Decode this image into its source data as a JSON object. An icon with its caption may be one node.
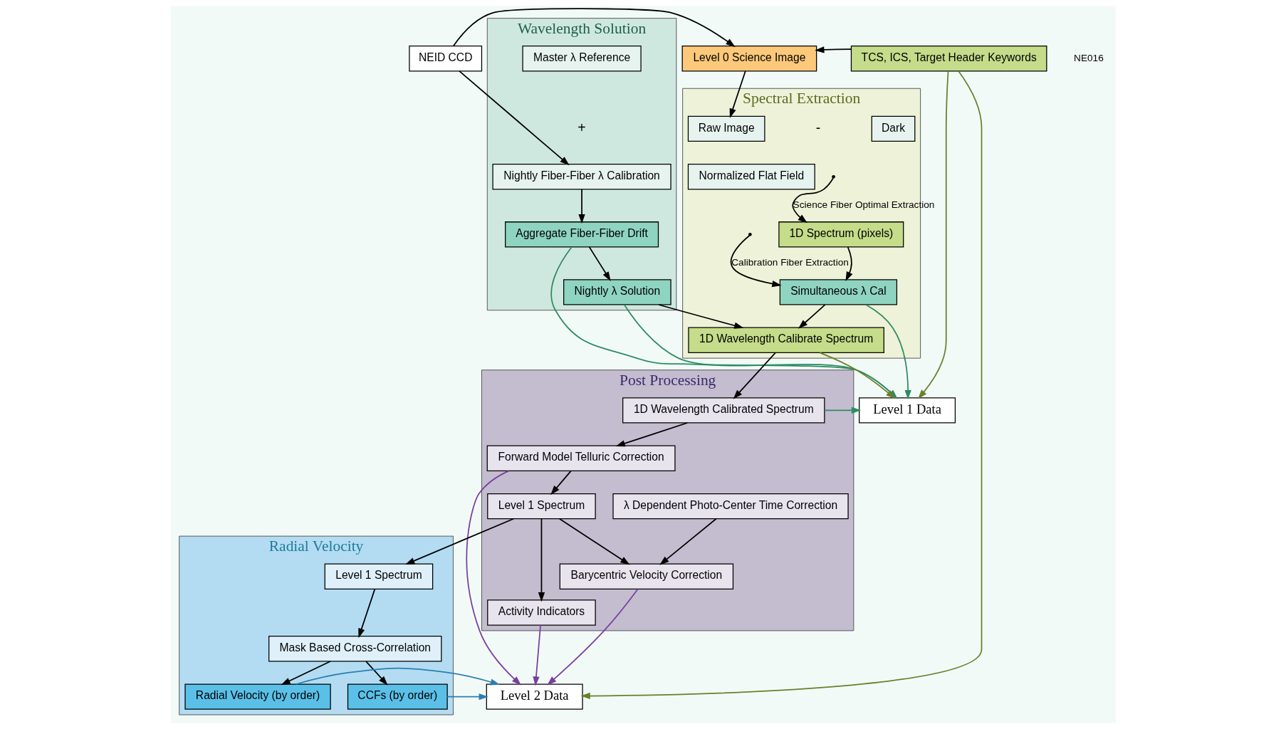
{
  "diagram": {
    "nodes": [
      {
        "text": [
          "NEID CCD"
        ]
      },
      {
        "text": [
          "Level 0 Science Image"
        ]
      },
      {
        "text": [
          "TCS, ICS, Target Header Keywords"
        ]
      },
      {
        "text": [
          "Wavelength Solution"
        ]
      },
      {
        "text": [
          "Master λ Reference"
        ],
        "in": 3
      },
      {
        "text": [
          "Nightly Fiber-Fiber λ Calibration"
        ],
        "in": 3
      },
      {
        "text": [
          "Aggregate Fiber-Fiber Drift"
        ],
        "in": 3
      },
      {
        "text": [
          "Nightly λ Solution"
        ],
        "in": 3
      },
      {
        "text": [
          "Spectral Extraction"
        ]
      },
      {
        "text": [
          "Raw Image"
        ],
        "in": 8
      },
      {
        "text": [
          "Dark"
        ],
        "in": 8
      },
      {
        "text": [
          "Normalized Flat Field"
        ],
        "in": 8
      },
      {
        "text": [
          "1D Spectrum (pixels)"
        ],
        "in": 8
      },
      {
        "text": [
          "Simultaneous λ Cal"
        ],
        "in": 8
      },
      {
        "text": [
          "1D Wavelength Calibrate Spectrum"
        ],
        "in": 8
      },
      {
        "text": [
          "Level 1 Data"
        ]
      },
      {
        "text": [
          "Post Processing"
        ]
      },
      {
        "text": [
          "1D Wavelength Calibrated Spectrum"
        ],
        "in": 16
      },
      {
        "text": [
          "λ Dependent Photo-Center Time Correction"
        ],
        "in": 16
      },
      {
        "text": [
          "Forward Model Telluric Correction"
        ],
        "in": 16
      },
      {
        "text": [
          "Barycentric Velocity Correction"
        ],
        "in": 16
      },
      {
        "text": [
          "Level 1 Spectrum"
        ],
        "in": 16
      },
      {
        "text": [
          "Activity Indicators"
        ],
        "in": 16
      },
      {
        "text": [
          "Radial Velocity"
        ]
      },
      {
        "text": [
          "Level 1 Spectrum"
        ],
        "in": 23
      },
      {
        "text": [
          "Mask Based Cross-Correlation"
        ],
        "in": 23
      },
      {
        "text": [
          "Radial Velocity (by order)"
        ],
        "in": 23
      },
      {
        "text": [
          "CCFs (by order)"
        ],
        "in": 23
      },
      {
        "text": [
          "Level 2 Data"
        ]
      }
    ],
    "edges": [
      {
        "from": 0,
        "to": 1,
        "arrow": "to"
      },
      {
        "from": 2,
        "to": 1,
        "arrow": "to"
      },
      {
        "from": 1,
        "to": 9,
        "arrow": "to"
      },
      {
        "from": 0,
        "to": 5,
        "arrow": "to"
      },
      {
        "from": 5,
        "to": 6,
        "arrow": "to"
      },
      {
        "from": 6,
        "to": 7,
        "arrow": "to"
      },
      {
        "from": 7,
        "to": 14,
        "arrow": "to"
      },
      {
        "from": null,
        "to": 12,
        "arrow": "to",
        "label": "Science Fiber Optimal Extraction"
      },
      {
        "from": null,
        "to": 13,
        "arrow": "to",
        "label": "Calibration Fiber Extraction"
      },
      {
        "from": 12,
        "to": 13,
        "arrow": "to"
      },
      {
        "from": 13,
        "to": 14,
        "arrow": "to"
      },
      {
        "from": 6,
        "to": 15,
        "arrow": "to",
        "color": "#2e8b62"
      },
      {
        "from": 7,
        "to": 15,
        "arrow": "to",
        "color": "#2e8b62"
      },
      {
        "from": 13,
        "to": 15,
        "arrow": "to",
        "color": "#2e8b62"
      },
      {
        "from": 14,
        "to": 15,
        "arrow": "to",
        "color": "#6b7f2a"
      },
      {
        "from": 2,
        "to": 15,
        "arrow": "to",
        "color": "#6b7f2a"
      },
      {
        "from": 17,
        "to": 15,
        "arrow": "to",
        "color": "#2e8b62"
      },
      {
        "from": 14,
        "to": 17,
        "arrow": "to"
      },
      {
        "from": 17,
        "to": 19,
        "arrow": "to"
      },
      {
        "from": 19,
        "to": 21,
        "arrow": "to"
      },
      {
        "from": 21,
        "to": 20,
        "arrow": "to"
      },
      {
        "from": 18,
        "to": 20,
        "arrow": "to"
      },
      {
        "from": 21,
        "to": 22,
        "arrow": "to"
      },
      {
        "from": 21,
        "to": 24,
        "arrow": "to"
      },
      {
        "from": 24,
        "to": 25,
        "arrow": "to"
      },
      {
        "from": 25,
        "to": 26,
        "arrow": "to"
      },
      {
        "from": 25,
        "to": 27,
        "arrow": "to"
      },
      {
        "from": 27,
        "to": 28,
        "arrow": "to",
        "color": "#2a7fb0"
      },
      {
        "from": 26,
        "to": 28,
        "arrow": "to",
        "color": "#2a7fb0"
      },
      {
        "from": 19,
        "to": 28,
        "arrow": "to",
        "color": "#7a3fa0"
      },
      {
        "from": 22,
        "to": 28,
        "arrow": "to",
        "color": "#7a3fa0"
      },
      {
        "from": 20,
        "to": 28,
        "arrow": "to",
        "color": "#7a3fa0"
      },
      {
        "from": 2,
        "to": 28,
        "arrow": "to",
        "color": "#6b7f2a"
      }
    ],
    "labels": [
      "+",
      "-",
      "NE016"
    ]
  }
}
